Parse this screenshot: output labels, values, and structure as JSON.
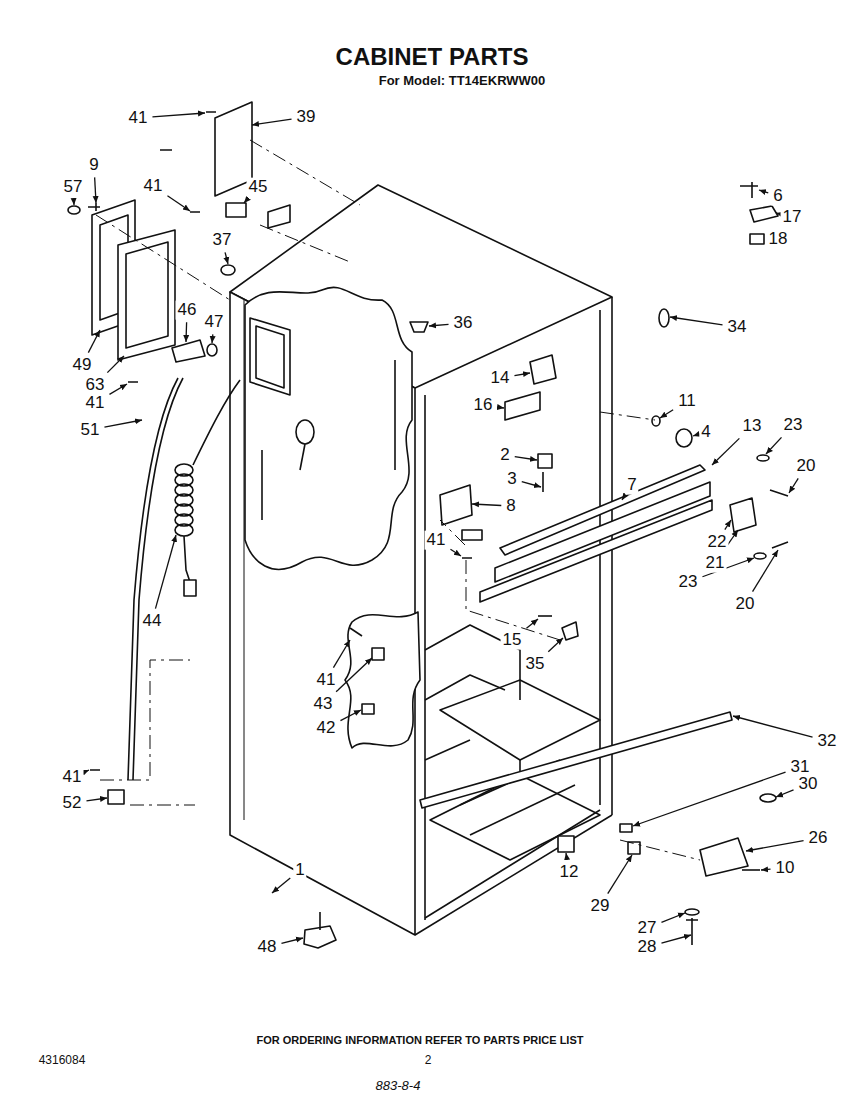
{
  "diagram": {
    "title": "CABINET PARTS",
    "labels": [
      "For Model: TT14EKRWW00",
      "41",
      "39",
      "9",
      "57",
      "41",
      "45",
      "37",
      "6",
      "17",
      "18",
      "34",
      "36",
      "46",
      "47",
      "49",
      "63",
      "41",
      "51",
      "14",
      "16",
      "11",
      "4",
      "13",
      "23",
      "2",
      "20",
      "3",
      "7",
      "8",
      "22",
      "21",
      "23",
      "20",
      "41",
      "44",
      "15",
      "35",
      "41",
      "43",
      "42",
      "32",
      "31",
      "30",
      "26",
      "10",
      "41",
      "52",
      "12",
      "29",
      "27",
      "28",
      "1",
      "48",
      "FOR ORDERING INFORMATION REFER TO PARTS PRICE LIST",
      "4316084",
      "2",
      "883-8-4"
    ]
  }
}
